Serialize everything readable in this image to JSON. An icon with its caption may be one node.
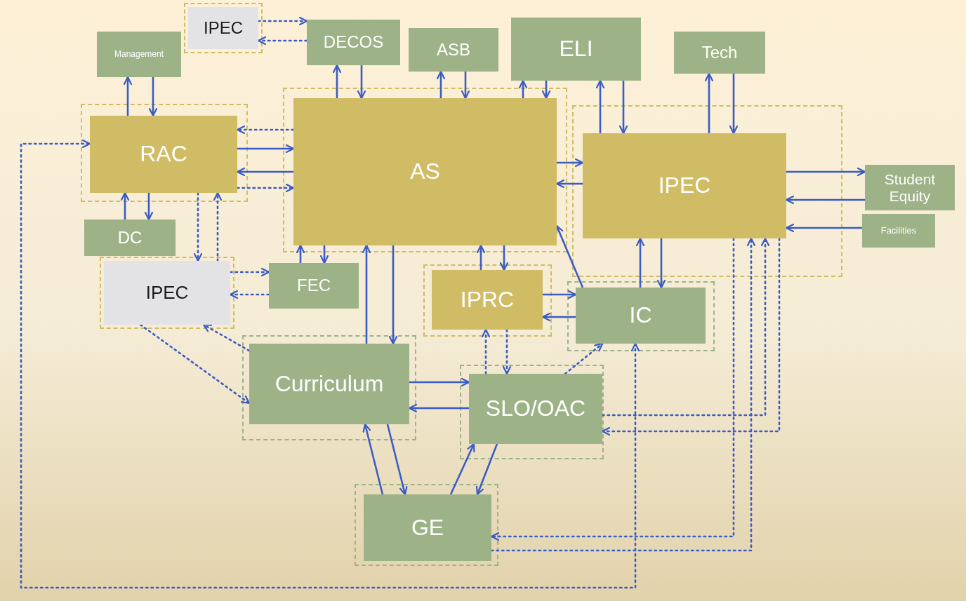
{
  "diagram": {
    "nodes": [
      {
        "text": [
          "Management"
        ]
      },
      {
        "text": [
          "IPEC"
        ]
      },
      {
        "text": [
          "DECOS"
        ]
      },
      {
        "text": [
          "ASB"
        ]
      },
      {
        "text": [
          "ELI"
        ]
      },
      {
        "text": [
          "Tech"
        ]
      },
      {
        "text": [
          "RAC"
        ]
      },
      {
        "text": [
          "AS"
        ]
      },
      {
        "text": [
          "IPEC"
        ]
      },
      {
        "text": [
          "Student Equity"
        ]
      },
      {
        "text": [
          "Facilities"
        ]
      },
      {
        "text": [
          "DC"
        ]
      },
      {
        "text": [
          "IPEC"
        ]
      },
      {
        "text": [
          "FEC"
        ]
      },
      {
        "text": [
          "IPRC"
        ]
      },
      {
        "text": [
          "IC"
        ]
      },
      {
        "text": [
          "Curriculum"
        ]
      },
      {
        "text": [
          "SLO/OAC"
        ]
      },
      {
        "text": [
          "GE"
        ]
      }
    ],
    "edges": [
      {
        "from": 6,
        "to": 0,
        "arrow": "to"
      },
      {
        "from": 0,
        "to": 6,
        "arrow": "to"
      },
      {
        "from": 1,
        "to": 2,
        "arrow": "to",
        "style": "dashed"
      },
      {
        "from": 2,
        "to": 1,
        "arrow": "to",
        "style": "dashed"
      },
      {
        "from": 7,
        "to": 2,
        "arrow": "to"
      },
      {
        "from": 2,
        "to": 7,
        "arrow": "to"
      },
      {
        "from": 7,
        "to": 3,
        "arrow": "to"
      },
      {
        "from": 3,
        "to": 7,
        "arrow": "to"
      },
      {
        "from": 7,
        "to": 4,
        "arrow": "to"
      },
      {
        "from": 4,
        "to": 7,
        "arrow": "to"
      },
      {
        "from": 8,
        "to": 4,
        "arrow": "to"
      },
      {
        "from": 4,
        "to": 8,
        "arrow": "to"
      },
      {
        "from": 8,
        "to": 5,
        "arrow": "to"
      },
      {
        "from": 5,
        "to": 8,
        "arrow": "to"
      },
      {
        "from": 7,
        "to": 6,
        "arrow": "to",
        "style": "dashed"
      },
      {
        "from": 6,
        "to": 7,
        "arrow": "to"
      },
      {
        "from": 7,
        "to": 6,
        "arrow": "to"
      },
      {
        "from": 6,
        "to": 7,
        "arrow": "to",
        "style": "dashed"
      },
      {
        "from": 7,
        "to": 8,
        "arrow": "to"
      },
      {
        "from": 8,
        "to": 7,
        "arrow": "to"
      },
      {
        "from": 8,
        "to": 9,
        "arrow": "to"
      },
      {
        "from": 9,
        "to": 8,
        "arrow": "to"
      },
      {
        "from": 10,
        "to": 8,
        "arrow": "to"
      },
      {
        "from": 11,
        "to": 6,
        "arrow": "to"
      },
      {
        "from": 6,
        "to": 11,
        "arrow": "to"
      },
      {
        "from": 6,
        "to": 12,
        "arrow": "to",
        "style": "dashed"
      },
      {
        "from": 12,
        "to": 6,
        "arrow": "to",
        "style": "dashed"
      },
      {
        "from": 12,
        "to": 13,
        "arrow": "to",
        "style": "dashed"
      },
      {
        "from": 13,
        "to": 12,
        "arrow": "to",
        "style": "dashed"
      },
      {
        "from": 13,
        "to": 7,
        "arrow": "to"
      },
      {
        "from": 7,
        "to": 13,
        "arrow": "to"
      },
      {
        "from": 16,
        "to": 7,
        "arrow": "to"
      },
      {
        "from": 7,
        "to": 16,
        "arrow": "to"
      },
      {
        "from": 14,
        "to": 7,
        "arrow": "to"
      },
      {
        "from": 7,
        "to": 14,
        "arrow": "to"
      },
      {
        "from": 15,
        "to": 7,
        "arrow": "to"
      },
      {
        "from": 15,
        "to": 8,
        "arrow": "to"
      },
      {
        "from": 8,
        "to": 15,
        "arrow": "to"
      },
      {
        "from": 14,
        "to": 15,
        "arrow": "to"
      },
      {
        "from": 15,
        "to": 14,
        "arrow": "to"
      },
      {
        "from": 17,
        "to": 14,
        "arrow": "to",
        "style": "dashed"
      },
      {
        "from": 14,
        "to": 17,
        "arrow": "to",
        "style": "dashed"
      },
      {
        "from": 17,
        "to": 15,
        "arrow": "to",
        "style": "dashed"
      },
      {
        "from": 16,
        "to": 12,
        "arrow": "to",
        "style": "dashed"
      },
      {
        "from": 12,
        "to": 16,
        "arrow": "to",
        "style": "dashed"
      },
      {
        "from": 16,
        "to": 17,
        "arrow": "to"
      },
      {
        "from": 17,
        "to": 16,
        "arrow": "to"
      },
      {
        "from": 18,
        "to": 16,
        "arrow": "to"
      },
      {
        "from": 16,
        "to": 18,
        "arrow": "to"
      },
      {
        "from": 18,
        "to": 17,
        "arrow": "to"
      },
      {
        "from": 17,
        "to": 18,
        "arrow": "to"
      },
      {
        "from": 17,
        "to": 8,
        "arrow": "to",
        "style": "dashed"
      },
      {
        "from": 8,
        "to": 17,
        "arrow": "to",
        "style": "dashed"
      },
      {
        "from": 8,
        "to": 18,
        "arrow": "to",
        "style": "dashed"
      },
      {
        "from": 18,
        "to": 8,
        "arrow": "to",
        "style": "dashed"
      },
      {
        "from": 15,
        "to": 6,
        "arrow": "both",
        "style": "dashed"
      }
    ]
  }
}
